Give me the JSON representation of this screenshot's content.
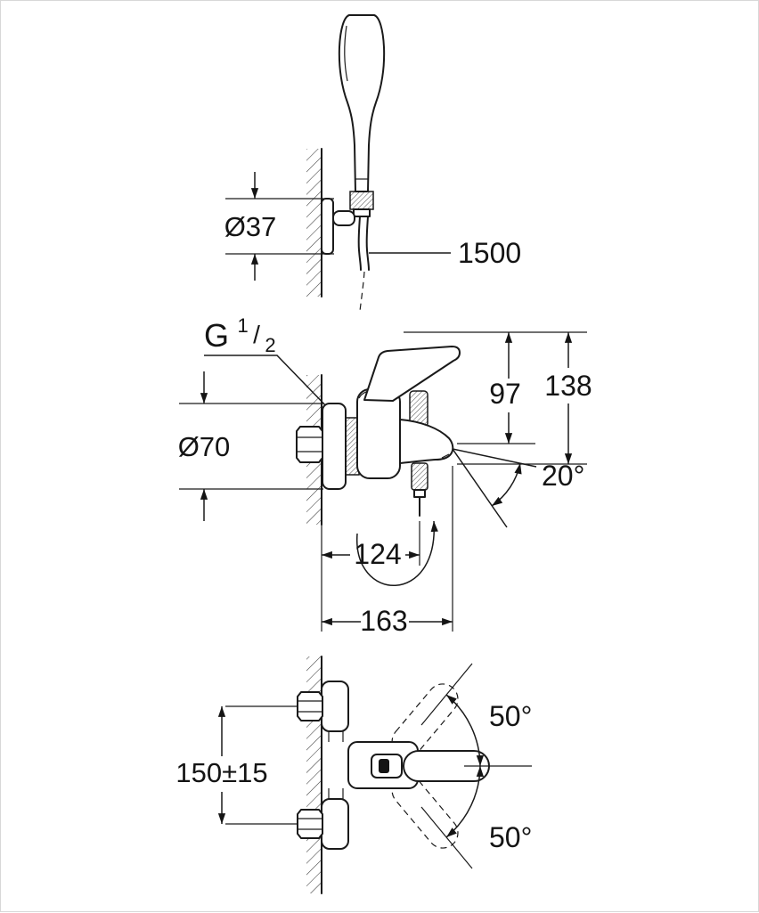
{
  "meta": {
    "description": "Technical dimension drawing of a wall-mounted single-lever bath mixer with hand shower set",
    "ink_color": "#1a1a1a",
    "background_color": "#ffffff",
    "border_color": "#d8d8d8"
  },
  "top_view": {
    "holder_diameter": "Ø37",
    "hose_length": "1500"
  },
  "front_view": {
    "thread_g": "G",
    "thread_num": "1",
    "thread_slash": "/",
    "thread_den": "2",
    "escutcheon_diameter": "Ø70",
    "spout_height": "97",
    "overall_height": "138",
    "spout_angle": "20°",
    "spout_projection": "124",
    "overall_projection": "163"
  },
  "plan_view": {
    "hole_spacing": "150±15",
    "swivel_upper": "50°",
    "swivel_lower": "50°"
  }
}
